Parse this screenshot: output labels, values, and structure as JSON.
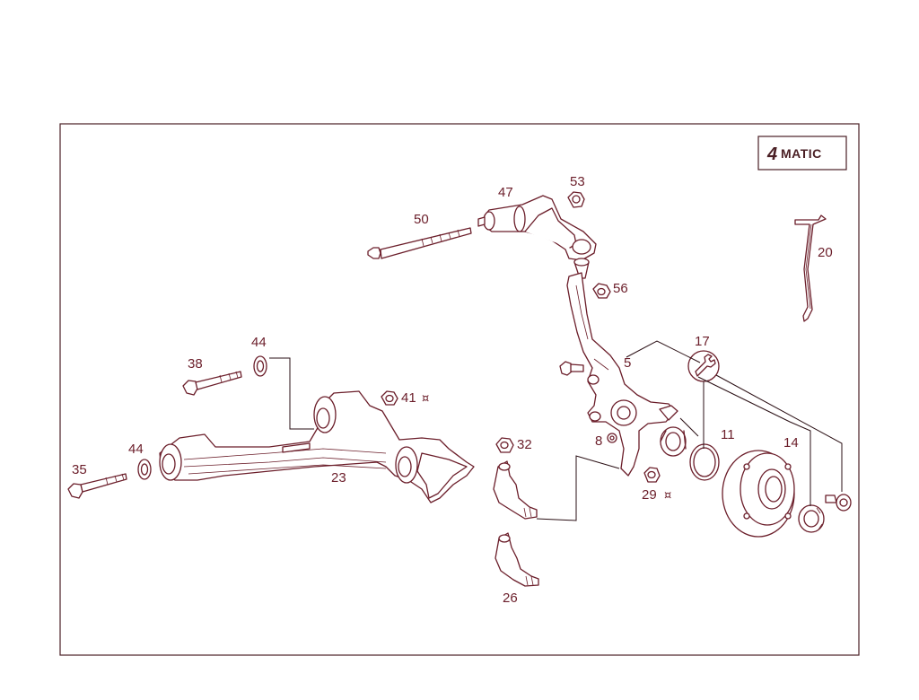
{
  "badge": {
    "prefix": "4",
    "text": "MATIC"
  },
  "labels": {
    "p5": "5",
    "p8": "8",
    "p11": "11",
    "p14": "14",
    "p17": "17",
    "p20": "20",
    "p23": "23",
    "p26": "26",
    "p29": "29",
    "p32": "32",
    "p35": "35",
    "p38": "38",
    "p41": "41",
    "p44a": "44",
    "p44b": "44",
    "p47": "47",
    "p50": "50",
    "p53": "53",
    "p56": "56"
  },
  "marks": {
    "star": "¤"
  },
  "icons": {
    "wrench": "wrench-symbol-icon"
  },
  "colors": {
    "line": "#6b1e2a",
    "frame": "#4a1f24"
  }
}
